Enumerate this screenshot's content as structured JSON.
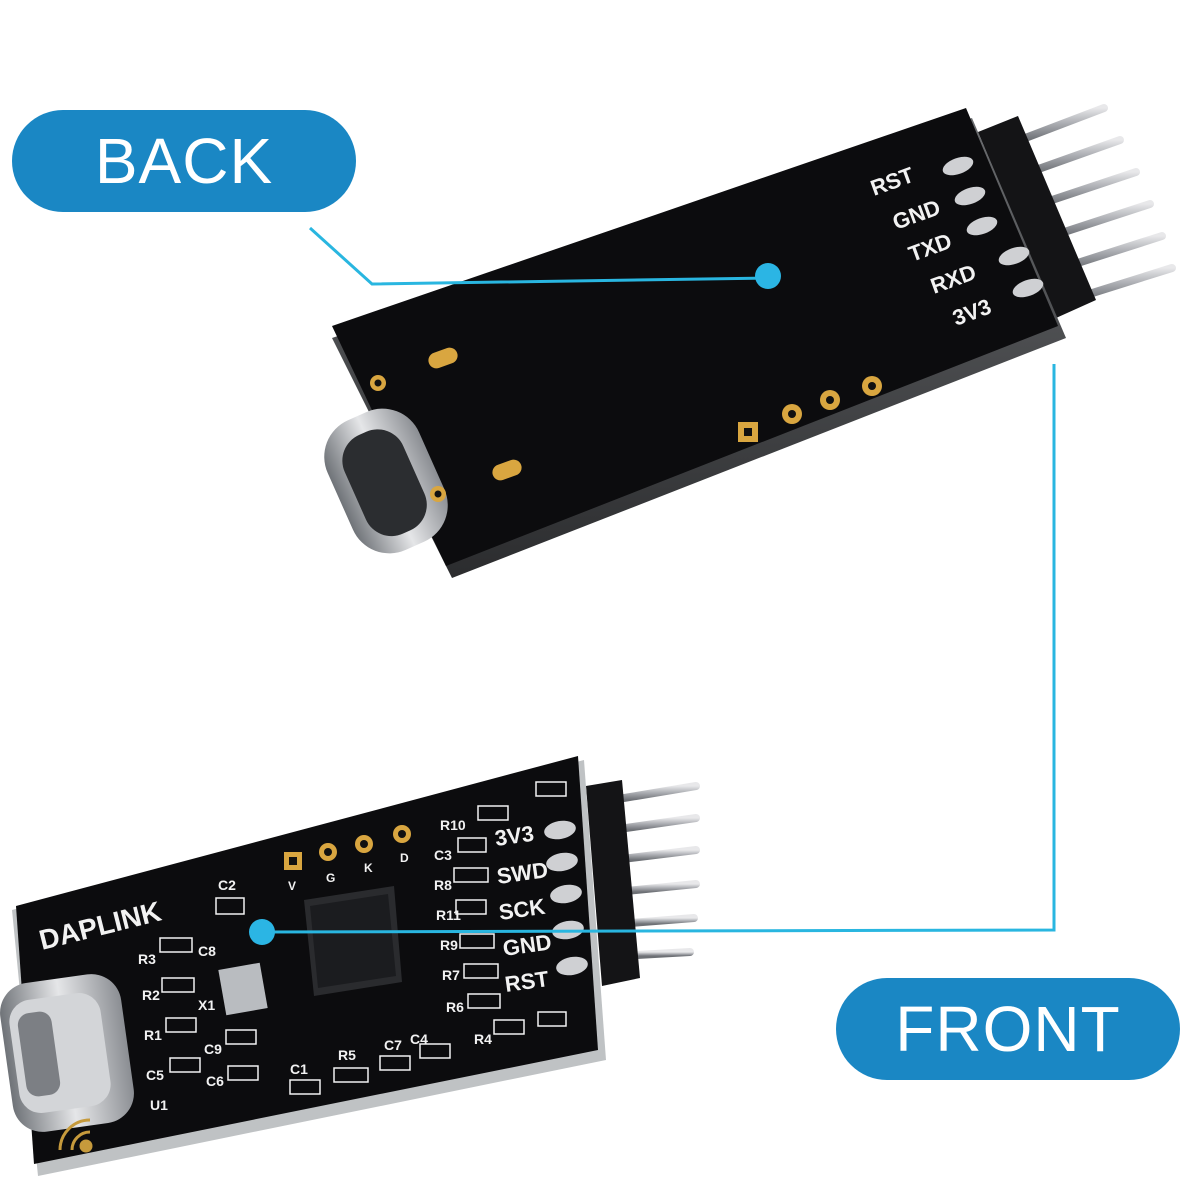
{
  "labels": {
    "back": "BACK",
    "front": "FRONT"
  },
  "back_board": {
    "pins": [
      "RST",
      "GND",
      "TXD",
      "RXD",
      "3V3"
    ]
  },
  "front_board": {
    "title": "DAPLINK",
    "pins": [
      "3V3",
      "SWD",
      "SCK",
      "GND",
      "RST"
    ],
    "pad_labels": [
      "V",
      "G",
      "K",
      "D"
    ],
    "components": [
      "R10",
      "C3",
      "R8",
      "R11",
      "R9",
      "R7",
      "R6",
      "R4",
      "C2",
      "C8",
      "R3",
      "R2",
      "X1",
      "R1",
      "C5",
      "C9",
      "C6",
      "U1",
      "C1",
      "R5",
      "C7",
      "C4"
    ]
  },
  "colors": {
    "accent": "#1a87c4",
    "callout_line": "#29b6e0",
    "pcb": "#0c0c0e",
    "silkscreen": "#f2f2f2"
  }
}
